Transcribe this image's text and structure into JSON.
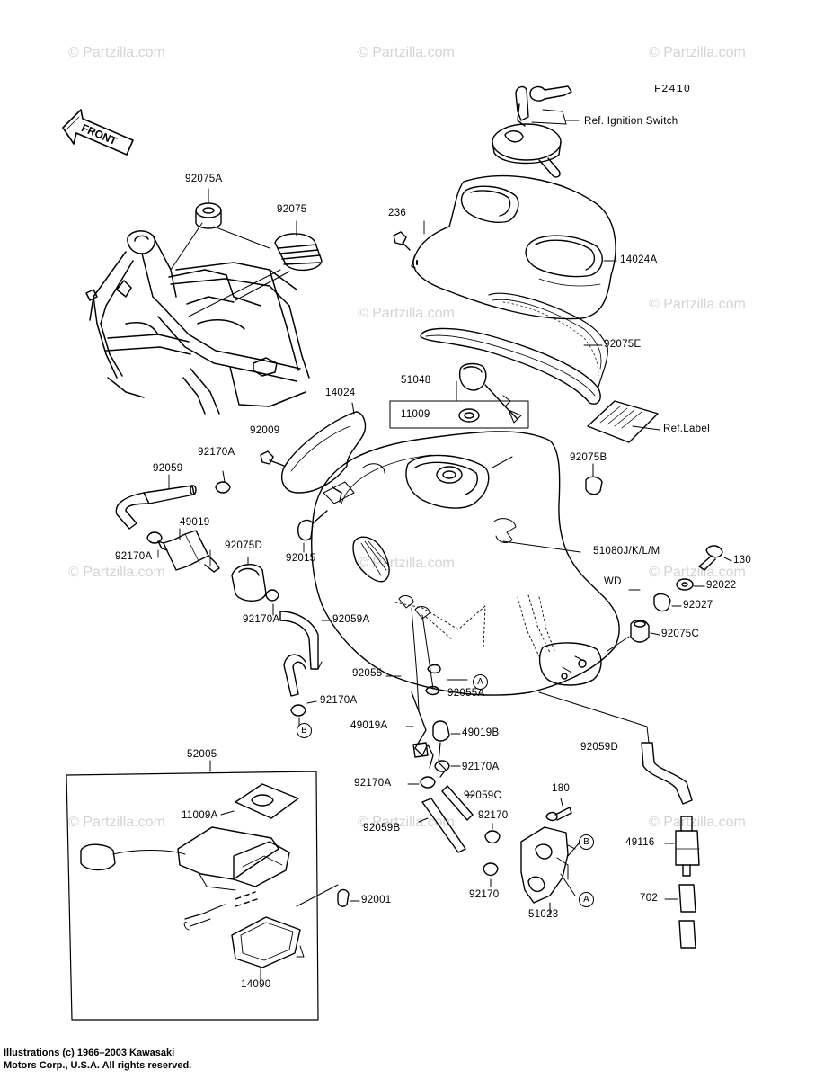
{
  "diagram": {
    "code": "F2410",
    "front_label": "FRONT",
    "watermark": "© Partzilla.com",
    "copyright_line1": "Illustrations (c) 1966–2003 Kawasaki",
    "copyright_line2": "Motors Corp., U.S.A.  All rights reserved.",
    "callouts": {
      "a": "A",
      "b": "B"
    },
    "parts": {
      "p92075A": "92075A",
      "p92075": "92075",
      "p236": "236",
      "ref_ignition": "Ref. Ignition Switch",
      "p14024A": "14024A",
      "p92075E": "92075E",
      "p51048": "51048",
      "p11009": "11009",
      "ref_label": "Ref.Label",
      "p14024": "14024",
      "p92009": "92009",
      "p92170A_1": "92170A",
      "p92059": "92059",
      "p49019": "49019",
      "p92170A_2": "92170A",
      "p92075D": "92075D",
      "p92015": "92015",
      "p92075B": "92075B",
      "p51080": "51080J/K/L/M",
      "wd": "WD",
      "p130": "130",
      "p92022": "92022",
      "p92027": "92027",
      "p92075C": "92075C",
      "p92170A_3": "92170A",
      "p92059A": "92059A",
      "p92055": "92055",
      "p92055A": "92055A",
      "p92170A_4": "92170A",
      "p49019A": "49019A",
      "p49019B": "49019B",
      "p52005": "52005",
      "p11009A": "11009A",
      "p92170A_5": "92170A",
      "p92170A_6": "92170A",
      "p92059C": "92059C",
      "p92059B": "92059B",
      "p92170_1": "92170",
      "p92170_2": "92170",
      "p180": "180",
      "p92059D": "92059D",
      "p49116": "49116",
      "p702": "702",
      "p92001": "92001",
      "p51023": "51023",
      "p14090": "14090"
    }
  }
}
